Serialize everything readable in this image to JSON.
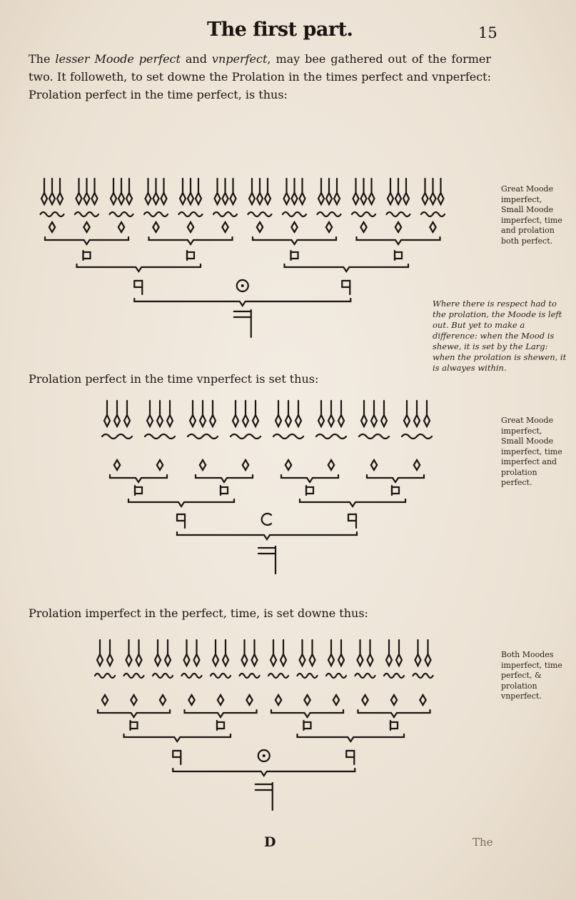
{
  "header": {
    "running_head": "The first part.",
    "page_number": "15"
  },
  "intro": {
    "part1": "The ",
    "part2_italic": "lesser Moode perfect",
    "part3": " and ",
    "part4_italic": "vnperfect",
    "part5": ", may bee gathered out of the former two. It followeth, to set downe the Prolation in the times perfect and vnperfect: Prolation perfect in the time perfect, is thus:"
  },
  "diagrams": [
    {
      "id": "diagram-1",
      "center_sign": "O",
      "top_groups": 12,
      "notes_per_group": 3,
      "side_note": "Great Moode imperfect, Small Moode imperfect, time and prolation both perfect."
    },
    {
      "id": "diagram-2",
      "heading": "Prolation perfect in the time vnperfect is set thus:",
      "center_sign": "C",
      "top_groups": 8,
      "notes_per_group": 3,
      "side_note": "Great Moode imperfect, Small Moode imperfect, time imperfect and prolation perfect."
    },
    {
      "id": "diagram-3",
      "heading": "Prolation imperfect in the perfect, time, is set downe thus:",
      "center_sign": "O",
      "top_groups": 12,
      "notes_per_group": 2,
      "side_note": "Both Moodes imperfect, time perfect, & prolation vnperfect."
    }
  ],
  "margin_note_italic": "Where there is respect had to the prolation, the Moode is left out. But yet to make a difference: when the Mood is shewe, it is set by the Larg: when the prolation is shewen, it is alwayes within.",
  "footer": {
    "signature": "D",
    "catchword": "The"
  }
}
